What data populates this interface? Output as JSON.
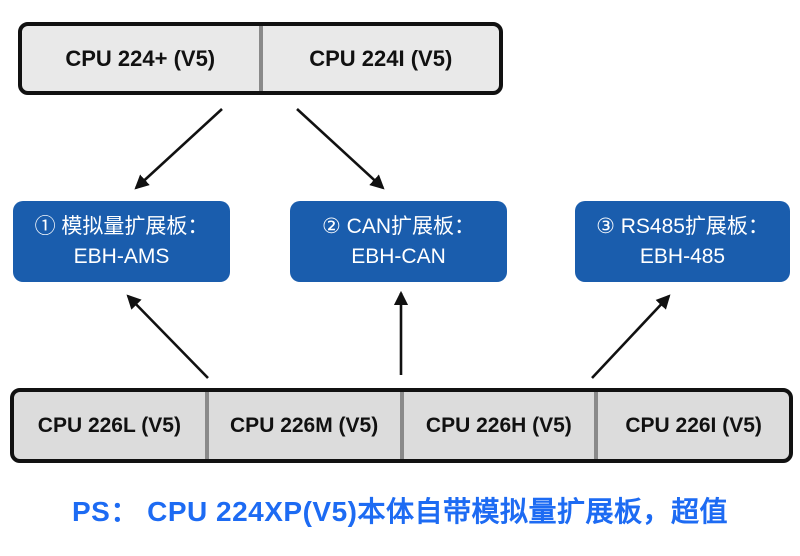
{
  "top_row": {
    "cells": [
      {
        "label": "CPU 224+ (V5)"
      },
      {
        "label": "CPU 224I (V5)"
      }
    ]
  },
  "boards": [
    {
      "title": "① 模拟量扩展板：",
      "model": "EBH-AMS"
    },
    {
      "title": "② CAN扩展板：",
      "model": "EBH-CAN"
    },
    {
      "title": "③ RS485扩展板：",
      "model": "EBH-485"
    }
  ],
  "bottom_row": {
    "cells": [
      {
        "label": "CPU 226L (V5)"
      },
      {
        "label": "CPU 226M (V5)"
      },
      {
        "label": "CPU 226H (V5)"
      },
      {
        "label": "CPU 226I (V5)"
      }
    ]
  },
  "note": {
    "text": "PS： CPU 224XP(V5)本体自带模拟量扩展板，超值"
  },
  "colors": {
    "board_blue": "#1a5dad",
    "note_blue": "#1d6bf3",
    "panel_gray_top": "#e9e9e9",
    "panel_gray_bottom": "#dcdcdc",
    "border_dark": "#111111",
    "arrow_black": "#111111"
  }
}
